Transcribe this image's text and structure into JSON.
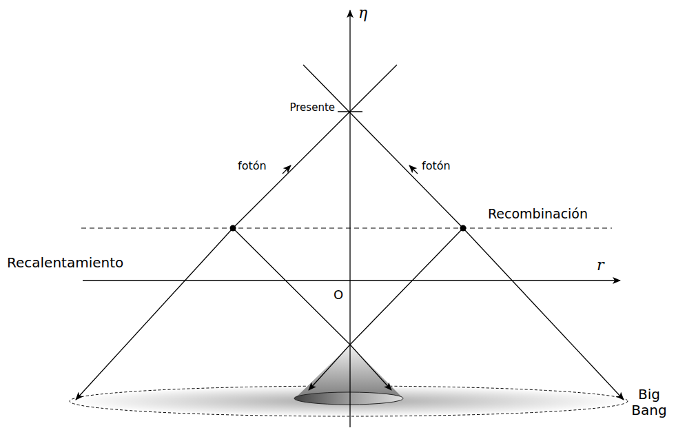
{
  "diagram": {
    "labels": [
      "η",
      "Presente",
      "fotón",
      "fotón",
      "Recombinación",
      "Recalentamiento",
      "r",
      "O",
      "Big Bang"
    ]
  }
}
